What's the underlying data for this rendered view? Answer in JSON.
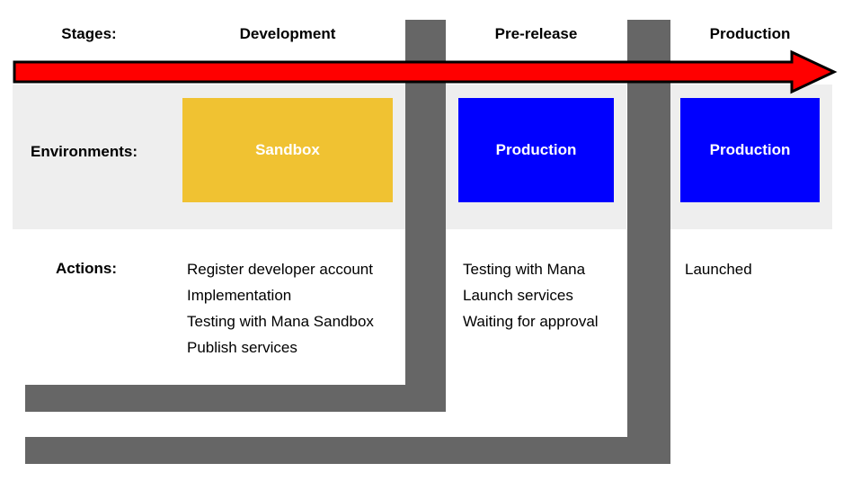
{
  "colors": {
    "background": "#ffffff",
    "band": "#eeeeee",
    "wall": "#666666",
    "arrow_fill": "#ff0000",
    "arrow_stroke": "#000000",
    "sandbox": "#f0c232",
    "production": "#0000ff",
    "env_text": "#ffffff"
  },
  "labels": {
    "stages": "Stages:",
    "environments": "Environments:",
    "actions": "Actions:"
  },
  "stages": [
    {
      "name": "Development",
      "environment": "Sandbox",
      "env_color": "#f0c232",
      "actions": [
        "Register developer account",
        "Implementation",
        "Testing with Mana Sandbox",
        "Publish services"
      ]
    },
    {
      "name": "Pre-release",
      "environment": "Production",
      "env_color": "#0000ff",
      "actions": [
        "Testing with Mana",
        "Launch services",
        "Waiting for approval"
      ]
    },
    {
      "name": "Production",
      "environment": "Production",
      "env_color": "#0000ff",
      "actions": [
        "Launched"
      ]
    }
  ]
}
